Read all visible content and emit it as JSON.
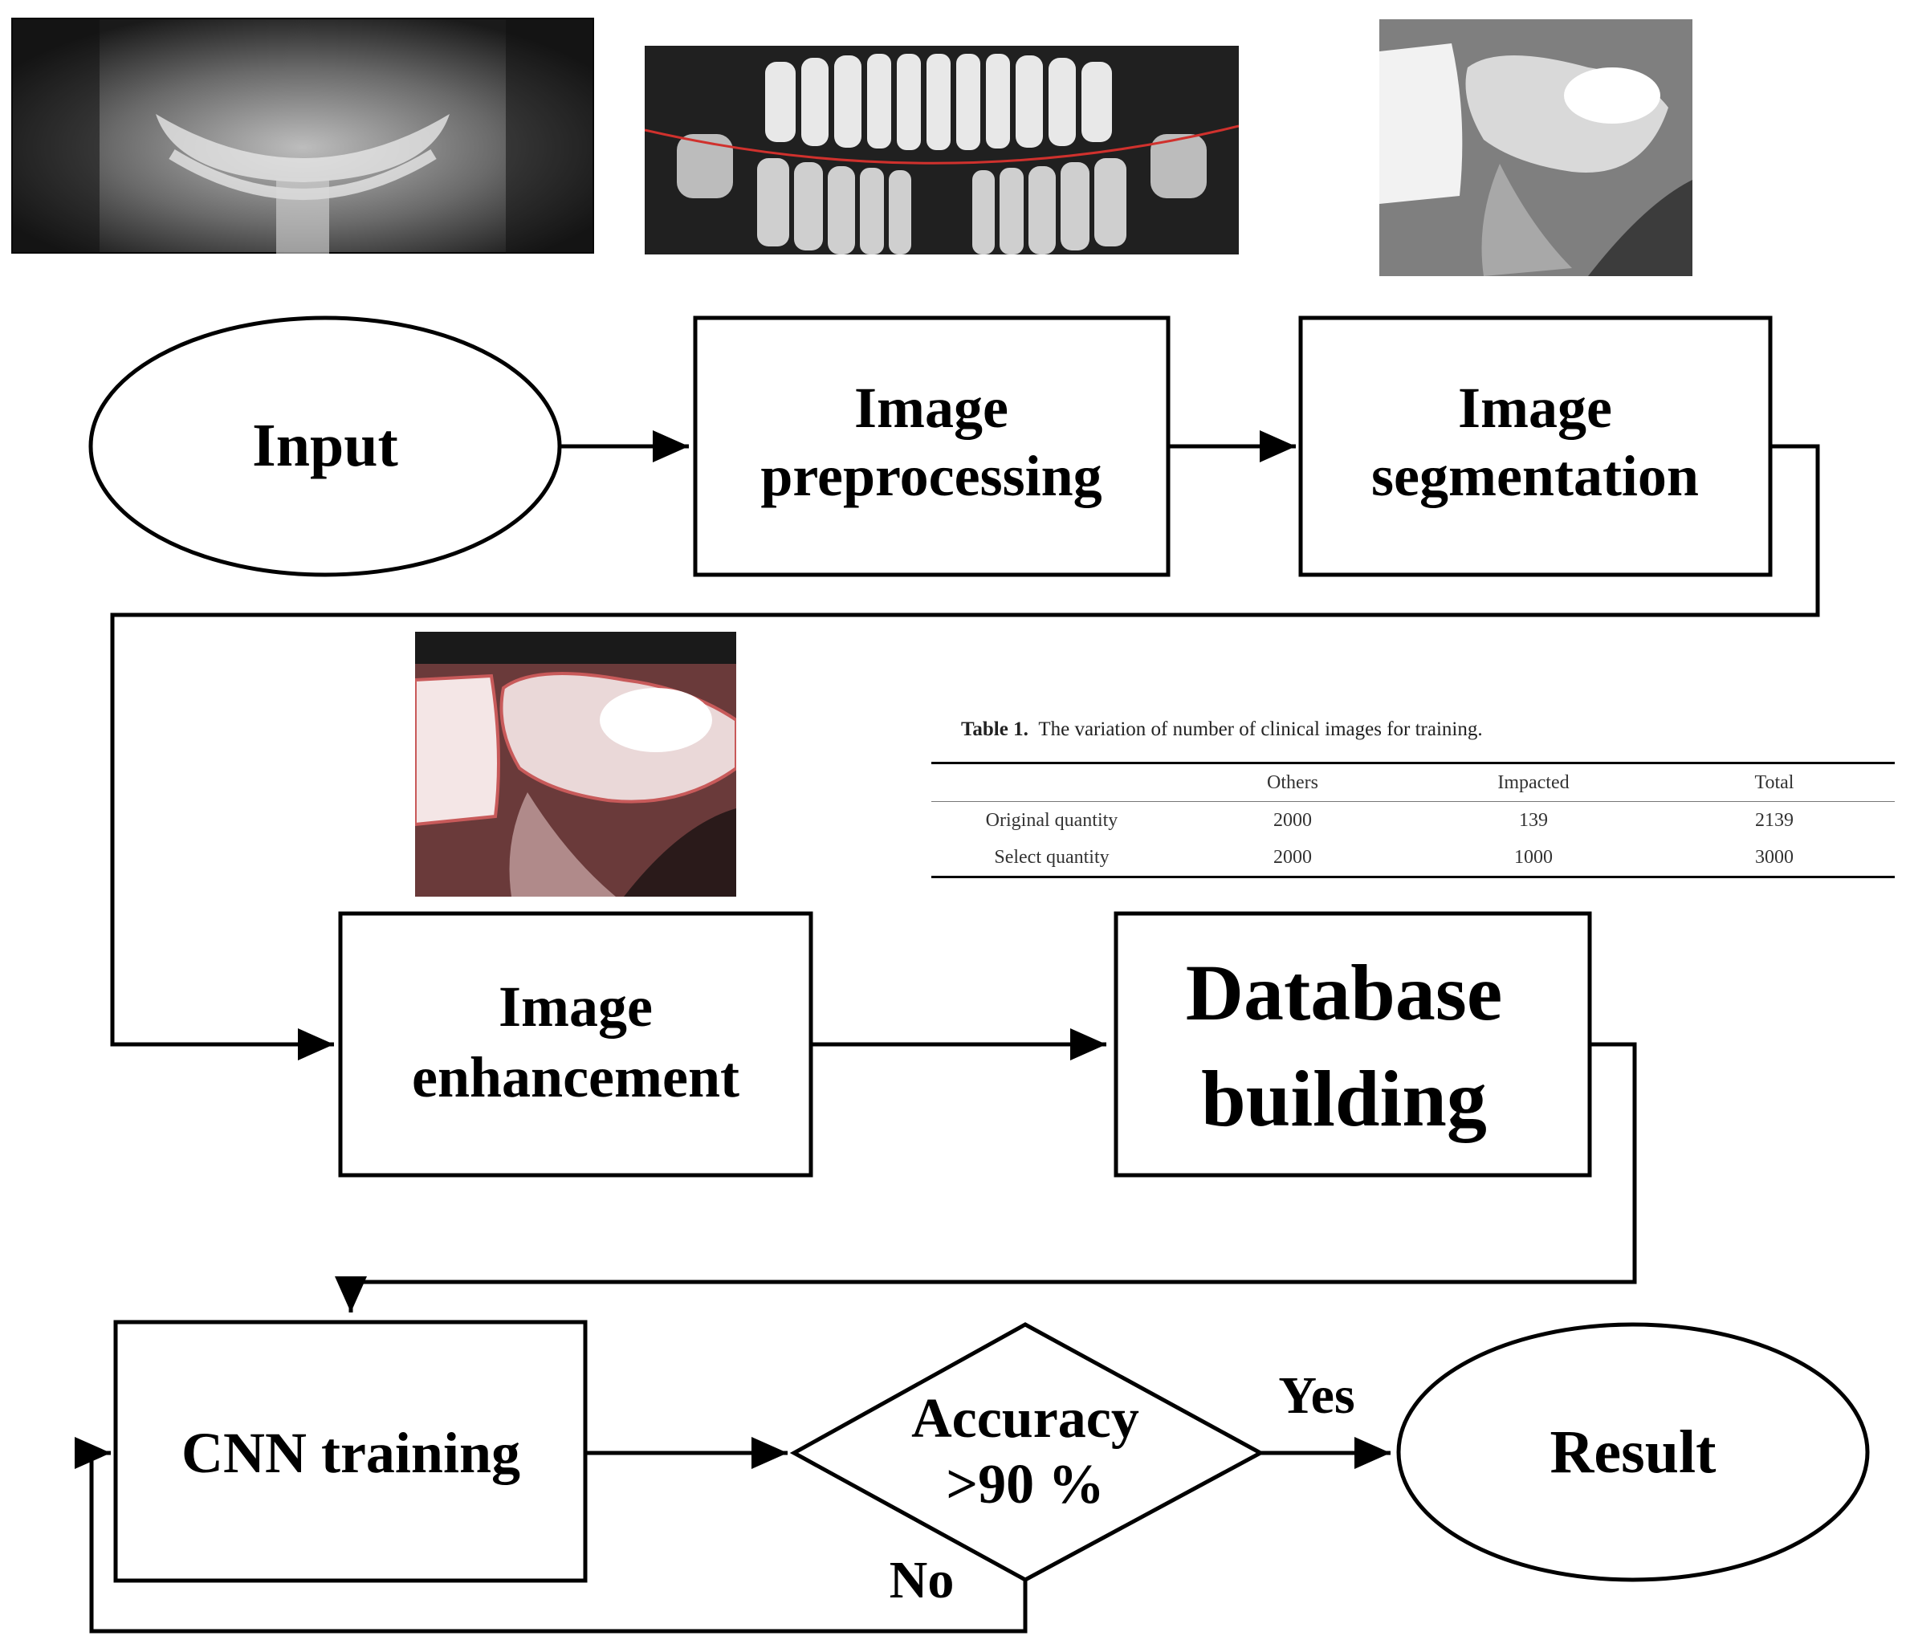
{
  "nodes": {
    "input": "Input",
    "preprocessing": [
      "Image",
      "preprocessing"
    ],
    "segmentation": [
      "Image",
      "segmentation"
    ],
    "enhancement": [
      "Image",
      "enhancement"
    ],
    "database": [
      "Database",
      "building"
    ],
    "cnn": "CNN training",
    "decision": [
      "Accuracy",
      ">90 %"
    ],
    "result": "Result"
  },
  "edges": {
    "yes": "Yes",
    "no": "No"
  },
  "table": {
    "caption_label": "Table 1.",
    "caption_text": "The variation of number of clinical images for training.",
    "headers": [
      "",
      "Others",
      "Impacted",
      "Total"
    ],
    "rows": [
      [
        "Original quantity",
        "2000",
        "139",
        "2139"
      ],
      [
        "Select quantity",
        "2000",
        "1000",
        "3000"
      ]
    ]
  },
  "images": [
    {
      "name": "panoramic-xray-full",
      "depicts": "panoramic dental radiograph"
    },
    {
      "name": "panoramic-xray-cropped",
      "depicts": "cropped dental radiograph with red curve"
    },
    {
      "name": "segmented-tooth-xray",
      "depicts": "segmented impacted tooth region"
    },
    {
      "name": "enhanced-tooth-xray",
      "depicts": "enhanced tooth region with red tint"
    }
  ],
  "colors": {
    "line": "#000000",
    "curve": "#d0312d",
    "enhance_tint": "#c85a5a"
  }
}
